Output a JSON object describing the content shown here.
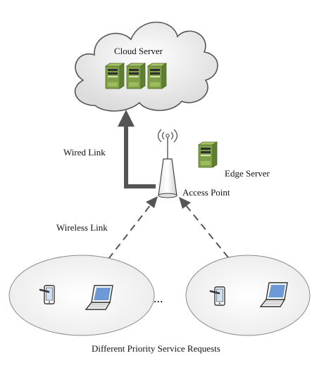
{
  "labels": {
    "cloud_server": "Cloud Server",
    "wired_link": "Wired Link",
    "edge_server": "Edge Server",
    "access_point": "Access Point",
    "wireless_link": "Wireless Link",
    "ellipsis": "...",
    "caption": "Different Priority Service Requests"
  },
  "colors": {
    "line": "#555555",
    "server_body": "#8aab52",
    "server_front": "#b9d27a",
    "device_outline": "#333333",
    "screen": "#4a7fc1",
    "ellipse_fill": "#f4f4f4",
    "cloud_fill": "#ececec"
  },
  "icons": [
    "cloud-icon",
    "server-icon",
    "antenna-icon",
    "tablet-icon",
    "laptop-icon"
  ]
}
